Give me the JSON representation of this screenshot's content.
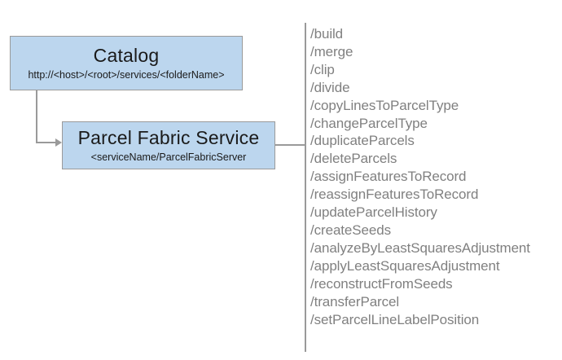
{
  "diagram": {
    "type": "service-endpoint-diagram",
    "colors": {
      "node_fill": "#bcd6ee",
      "node_border": "#9a9a9a",
      "connector": "#9a9a9a",
      "operation_text": "#808080",
      "node_text": "#1a1a1a",
      "background": "#ffffff"
    },
    "nodes": [
      {
        "id": "catalog",
        "title": "Catalog",
        "subtitle": "http://<host>/<root>/services/<folderName>"
      },
      {
        "id": "parcel-fabric-service",
        "title": "Parcel Fabric Service",
        "subtitle": "<serviceName/ParcelFabricServer"
      }
    ],
    "operations": [
      "/build",
      "/merge",
      "/clip",
      "/divide",
      "/copyLinesToParcelType",
      "/changeParcelType",
      "/duplicateParcels",
      "/deleteParcels",
      "/assignFeaturesToRecord",
      "/reassignFeaturesToRecord",
      "/updateParcelHistory",
      "/createSeeds",
      "/analyzeByLeastSquaresAdjustment",
      "/applyLeastSquaresAdjustment",
      "/reconstructFromSeeds",
      "/transferParcel",
      "/setParcelLineLabelPosition"
    ]
  }
}
